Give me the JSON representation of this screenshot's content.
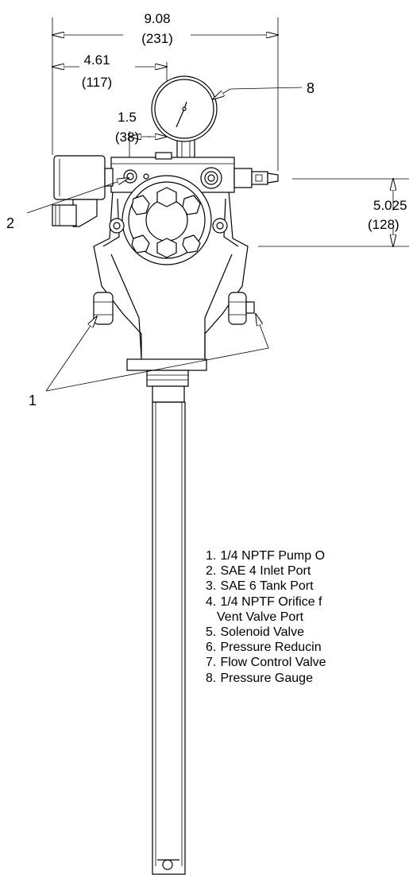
{
  "dimensions": {
    "overall_width": {
      "inches": "9.08",
      "mm": "(231)"
    },
    "center_width": {
      "inches": "4.61",
      "mm": "(117)"
    },
    "port_offset": {
      "inches": "1.5",
      "mm": "(38)"
    },
    "height": {
      "inches": "5.025",
      "mm": "(128)"
    }
  },
  "callouts": {
    "c1": "1",
    "c2": "2",
    "c8": "8"
  },
  "legend": [
    {
      "num": "1.",
      "text": "1/4 NPTF Pump O"
    },
    {
      "num": "2.",
      "text": "SAE 4 Inlet Port"
    },
    {
      "num": "3.",
      "text": "SAE 6 Tank Port"
    },
    {
      "num": "4.",
      "text": "1/4 NPTF Orifice f",
      "cont": "Vent Valve Port"
    },
    {
      "num": "5.",
      "text": "Solenoid Valve"
    },
    {
      "num": "6.",
      "text": "Pressure Reducin"
    },
    {
      "num": "7.",
      "text": "Flow Control Valve"
    },
    {
      "num": "8.",
      "text": "Pressure  Gauge"
    }
  ]
}
